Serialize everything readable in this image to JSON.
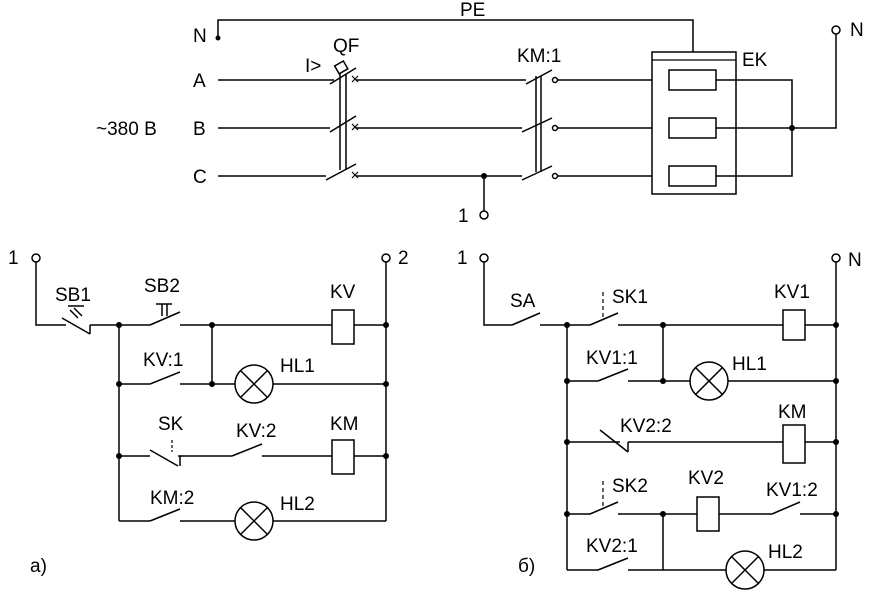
{
  "top": {
    "pe": "PE",
    "n_left": "N",
    "phase_a": "A",
    "phase_b": "B",
    "phase_c": "C",
    "voltage": "~380 В",
    "overcurrent": "I>",
    "qf": "QF",
    "km1": "KM:1",
    "ek": "EK",
    "n_right": "N",
    "node_1": "1"
  },
  "circuit_a": {
    "term_left": "1",
    "term_right": "2",
    "sb1": "SB1",
    "sb2": "SB2",
    "kv": "KV",
    "kv1": "KV:1",
    "hl1": "HL1",
    "sk": "SK",
    "kv2": "KV:2",
    "km": "KM",
    "km2": "KM:2",
    "hl2": "HL2",
    "caption": "а)"
  },
  "circuit_b": {
    "term_left": "1",
    "term_right": "N",
    "sa": "SA",
    "sk1": "SK1",
    "kv1": "KV1",
    "kv1_1": "KV1:1",
    "hl1": "HL1",
    "kv2_2": "KV2:2",
    "km": "KM",
    "sk2": "SK2",
    "kv2": "KV2",
    "kv1_2": "KV1:2",
    "kv2_1": "KV2:1",
    "hl2": "HL2",
    "caption": "б)"
  }
}
